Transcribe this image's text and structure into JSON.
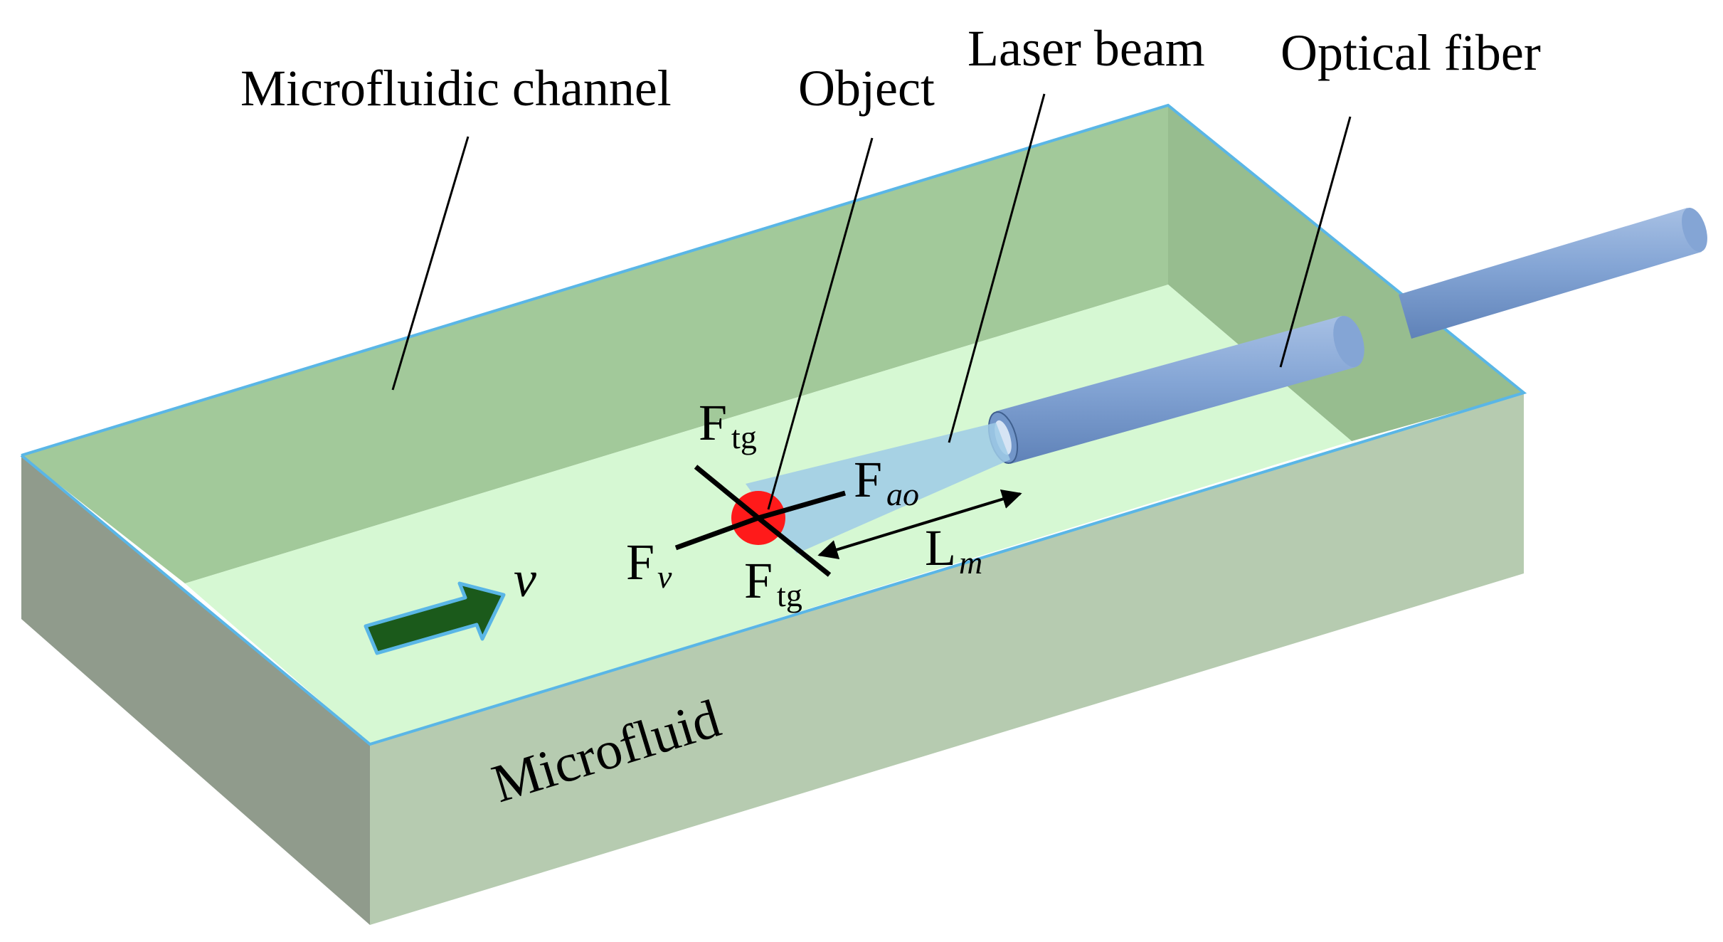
{
  "labels": {
    "channel": "Microfluidic channel",
    "object": "Object",
    "laser": "Laser beam",
    "fiber": "Optical fiber",
    "fluid": "Microfluid",
    "velocity": "ν"
  },
  "forces": {
    "tg_top": {
      "main": "F",
      "sub": "tg"
    },
    "ao": {
      "main": "F",
      "sub": "ao"
    },
    "v": {
      "main": "F",
      "sub": "ν"
    },
    "tg_bottom": {
      "main": "F",
      "sub": "tg"
    },
    "distance": {
      "main": "L",
      "sub": "m"
    }
  },
  "colors": {
    "channel_wall": "#a2c99a",
    "channel_floor": "#d6f8d3",
    "channel_front": "#b6cbb0",
    "channel_left": "#909b8c",
    "channel_edge": "#5ab6e6",
    "fiber": "#84a5d5",
    "laser": "#9fcbe6",
    "object": "#ff1a1a",
    "flow_arrow": "#1b5a1b"
  }
}
